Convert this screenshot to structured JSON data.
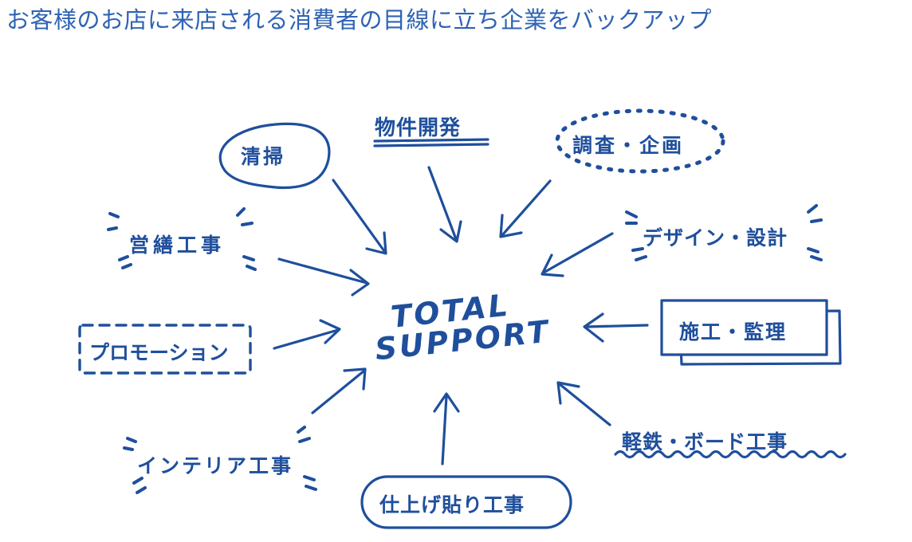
{
  "headline": "お客様のお店に来店される消費者の目線に立ち企業をバックアップ",
  "center": {
    "line1": "TOTAL",
    "line2": "SUPPORT"
  },
  "services": {
    "cleaning": "清掃",
    "property": "物件開発",
    "research": "調査・企画",
    "design": "デザイン・設計",
    "repair": "営繕工事",
    "construction": "施工・監理",
    "promotion": "プロモーション",
    "lightsteel": "軽鉄・ボード工事",
    "interior": "インテリア工事",
    "finishing": "仕上げ貼り工事"
  },
  "colors": {
    "primary": "#1f4f9c",
    "headline": "#2e63b4"
  }
}
